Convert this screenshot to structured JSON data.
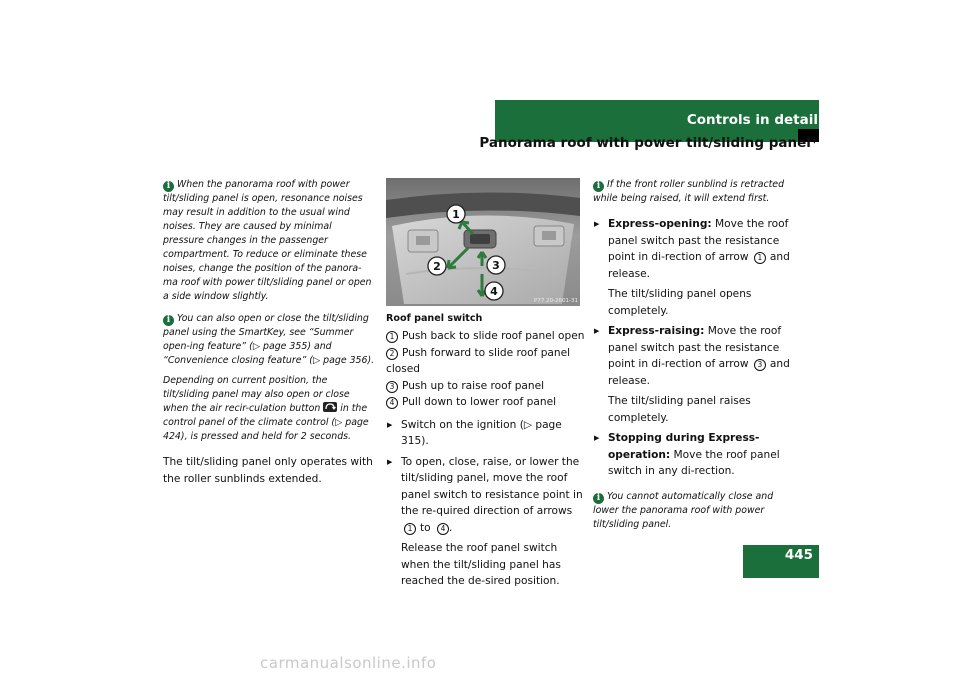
{
  "header": {
    "section": "Controls in detail",
    "subsection": "Panorama roof with power tilt/sliding panel*"
  },
  "page_number": "445",
  "left_column": {
    "note1": "When the panorama roof with power tilt/sliding panel is open, resonance noises may result in addition to the usual wind noises. They are caused by minimal pressure changes in the passenger compartment. To reduce or eliminate these noises, change the position of the panora-ma roof with power tilt/sliding panel or open a side window slightly.",
    "note2_line1": "You can also open or close the tilt/sliding panel using the SmartKey, see “Summer open-ing feature” (",
    "note2_ref1": "page 355",
    "note2_mid": ") and “Convenience closing feature” (",
    "note2_ref2": "page 356",
    "note2_end": ").",
    "note3_a": "Depending on current position, the tilt/sliding panel may also open or close when the air recir-culation button",
    "note3_b": "in the control panel of the climate control (",
    "note3_ref": "page 424",
    "note3_c": "), is pressed and held for 2 seconds.",
    "body": "The tilt/sliding panel only operates with the roller sunblinds extended."
  },
  "middle_column": {
    "photo_code": "P77.20-2601-31",
    "caption": "Roof panel switch",
    "legend": [
      {
        "num": "1",
        "text": "Push back to slide roof panel open"
      },
      {
        "num": "2",
        "text": "Push forward to slide roof panel closed"
      },
      {
        "num": "3",
        "text": "Push up to raise roof panel"
      },
      {
        "num": "4",
        "text": "Pull down to lower roof panel"
      }
    ],
    "step1_a": "Switch on the ignition (",
    "step1_ref": "page 315",
    "step1_b": ").",
    "step2_a": "To open, close, raise, or lower the tilt/sliding panel, move the roof panel switch to resistance point in the re-quired direction of arrows",
    "step2_n1": "1",
    "step2_to": "to",
    "step2_n2": "4",
    "step2_end": ".",
    "step2_follow": "Release the roof panel switch when the tilt/sliding panel has reached the de-sired position."
  },
  "right_column": {
    "note1": "If the front roller sunblind is retracted while being raised, it will extend first.",
    "eo_label": "Express-opening:",
    "eo_text_a": "Move the roof panel switch past the resistance point in di-rection of arrow",
    "eo_num": "1",
    "eo_text_b": "and release.",
    "eo_follow": "The tilt/sliding panel opens completely.",
    "er_label": "Express-raising:",
    "er_text_a": "Move the roof panel switch past the resistance point in di-rection of arrow",
    "er_num": "3",
    "er_text_b": "and release.",
    "er_follow": "The tilt/sliding panel raises completely.",
    "stop_label": "Stopping during Express-operation:",
    "stop_text": "Move the roof panel switch in any di-rection.",
    "note2": "You cannot automatically close and lower the panorama roof with power tilt/sliding panel."
  },
  "footer": {
    "watermark": "carmanualsonline.info"
  },
  "colors": {
    "brand_green": "#1a6f3a"
  },
  "icons": {
    "info": "info-icon",
    "bullet": "triangle-bullet-icon",
    "recirculation": "air-recirculation-icon"
  }
}
